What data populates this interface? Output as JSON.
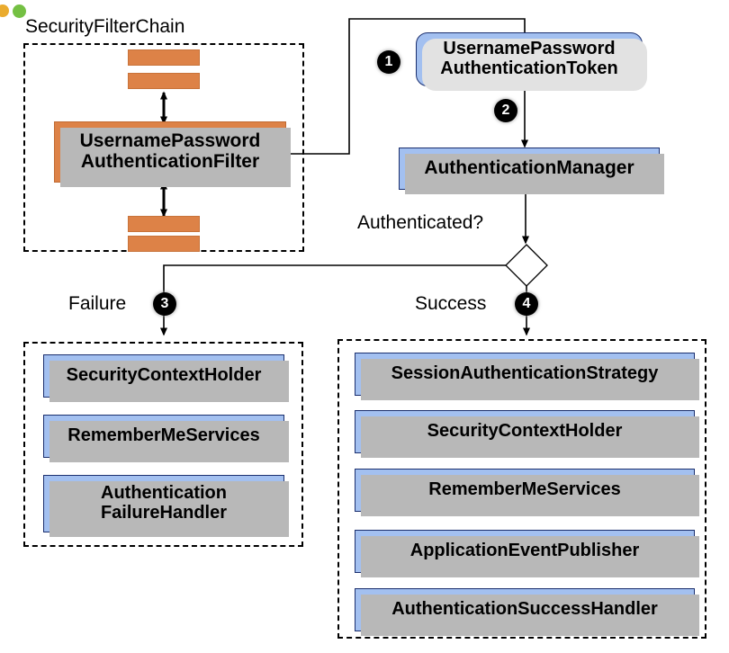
{
  "diagram": {
    "title": "SecurityFilterChain",
    "decision_label": "Authenticated?",
    "branch_failure_label": "Failure",
    "branch_success_label": "Success",
    "badges": [
      "❶",
      "❷",
      "❸",
      "❹"
    ],
    "badge_numbers": [
      "1",
      "2",
      "3",
      "4"
    ],
    "colors": {
      "orange_fill": "#dd8247",
      "orange_border": "#c06a33",
      "blue_fill": "#a3c0f0",
      "blue_border": "#1b2f6e",
      "shadow": "#b8b8b8",
      "line": "#000000",
      "dot_orange": "#eaab2e",
      "dot_green": "#74c043"
    },
    "status_dots": [
      {
        "name": "dot-orange",
        "color": "#eaab2e"
      },
      {
        "name": "dot-green",
        "color": "#74c043"
      }
    ]
  },
  "filter_chain": {
    "title": "SecurityFilterChain",
    "filter_bars_top": [
      "",
      ""
    ],
    "main_filter": "UsernamePassword\nAuthenticationFilter",
    "main_filter_line1": "UsernamePassword",
    "main_filter_line2": "AuthenticationFilter",
    "filter_bars_bottom": [
      "",
      ""
    ]
  },
  "auth_flow": {
    "token_line1": "UsernamePassword",
    "token_line2": "AuthenticationToken",
    "manager": "AuthenticationManager"
  },
  "failure_branch": {
    "label": "Failure",
    "badge": "3",
    "items": [
      {
        "text": "SecurityContextHolder",
        "lines": [
          "SecurityContextHolder"
        ]
      },
      {
        "text": "RememberMeServices",
        "lines": [
          "RememberMeServices"
        ]
      },
      {
        "text": "AuthenticationFailureHandler",
        "lines": [
          "Authentication",
          "FailureHandler"
        ]
      }
    ]
  },
  "success_branch": {
    "label": "Success",
    "badge": "4",
    "items": [
      {
        "text": "SessionAuthenticationStrategy",
        "lines": [
          "SessionAuthenticationStrategy"
        ]
      },
      {
        "text": "SecurityContextHolder",
        "lines": [
          "SecurityContextHolder"
        ]
      },
      {
        "text": "RememberMeServices",
        "lines": [
          "RememberMeServices"
        ]
      },
      {
        "text": "ApplicationEventPublisher",
        "lines": [
          "ApplicationEventPublisher"
        ]
      },
      {
        "text": "AuthenticationSuccessHandler",
        "lines": [
          "AuthenticationSuccessHandler"
        ]
      }
    ]
  }
}
